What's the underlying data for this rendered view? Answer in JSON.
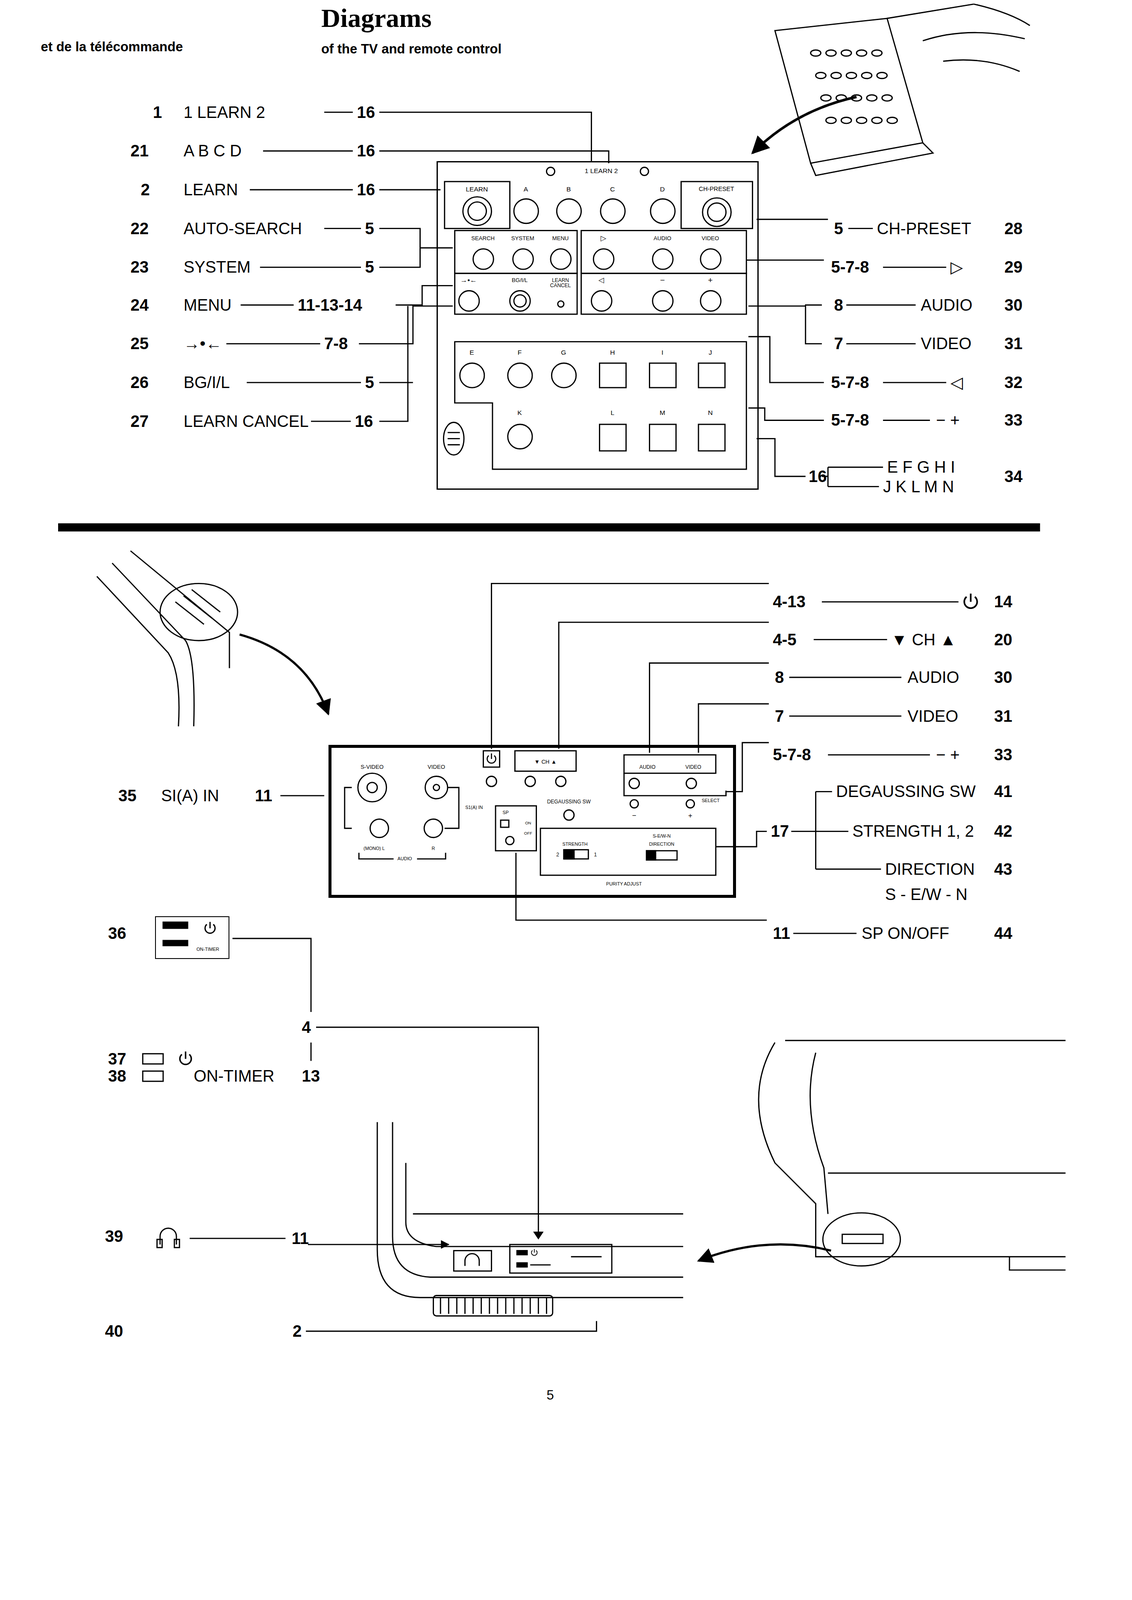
{
  "diagram": {
    "title": "Diagrams",
    "nodes": [
      {
        "text": [
          "1 LEARN 2",
          "LEARN",
          "A",
          "B",
          "C",
          "D",
          "CH-PRESET",
          "SEARCH",
          "SYSTEM",
          "MENU",
          "▷",
          "AUDIO",
          "VIDEO",
          "→•←",
          "BG/I/L",
          "LEARN CANCEL",
          "◁",
          "−",
          "+",
          "E",
          "F",
          "G",
          "H",
          "I",
          "J",
          "K",
          "L",
          "M",
          "N"
        ]
      },
      {
        "text": [
          "S-VIDEO",
          "VIDEO",
          "S1(A) IN",
          "(MONO) L",
          "R",
          "AUDIO",
          "▼ CH ▲",
          "AUDIO",
          "VIDEO",
          "DEGAUSSING SW",
          "SELECT",
          "−",
          "+",
          "SP",
          "ON",
          "OFF",
          "STRENGTH",
          "2",
          "1",
          "S-E/W-N",
          "DIRECTION",
          "PURITY ADJUST"
        ]
      },
      {
        "text": [
          "ON-TIMER"
        ]
      }
    ],
    "labels": [
      "et de la télécommande",
      "of the TV and remote control",
      "1",
      "1 LEARN 2",
      "16",
      "21",
      "A B C D",
      "16",
      "2",
      "LEARN",
      "16",
      "22",
      "AUTO-SEARCH",
      "5",
      "23",
      "SYSTEM",
      "5",
      "24",
      "MENU",
      "11-13-14",
      "25",
      "→•←",
      "7-8",
      "26",
      "BG/I/L",
      "5",
      "27",
      "LEARN CANCEL",
      "16",
      "5",
      "CH-PRESET",
      "28",
      "5-7-8",
      "▷",
      "29",
      "8",
      "AUDIO",
      "30",
      "7",
      "VIDEO",
      "31",
      "5-7-8",
      "◁",
      "32",
      "5-7-8",
      "− +",
      "33",
      "16",
      "E F G H I",
      "J K L M N",
      "34",
      "4-13",
      "14",
      "4-5",
      "▼ CH ▲",
      "20",
      "8",
      "AUDIO",
      "30",
      "7",
      "VIDEO",
      "31",
      "5-7-8",
      "− +",
      "33",
      "17",
      "DEGAUSSING SW",
      "41",
      "STRENGTH 1, 2",
      "42",
      "DIRECTION",
      "S - E/W - N",
      "43",
      "11",
      "SP ON/OFF",
      "44",
      "35",
      "SI(A) IN",
      "11",
      "36",
      "37",
      "4",
      "38",
      "ON-TIMER",
      "13",
      "39",
      "11",
      "40",
      "2",
      "5"
    ]
  }
}
